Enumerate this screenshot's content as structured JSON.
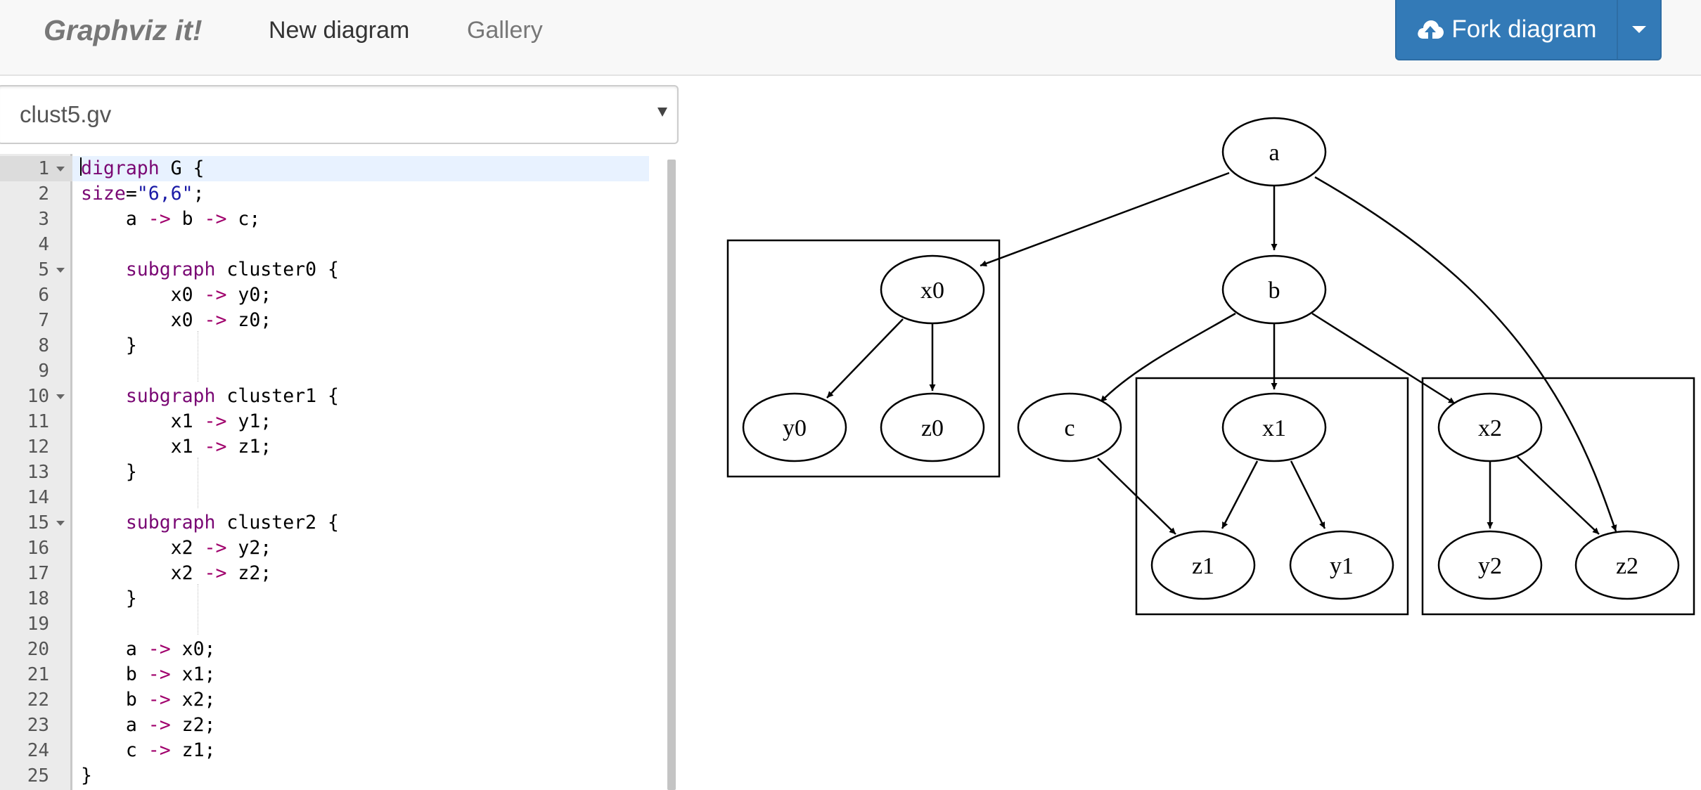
{
  "navbar": {
    "brand": "Graphviz it!",
    "new_diagram": "New diagram",
    "gallery": "Gallery",
    "fork_label": "Fork diagram",
    "fork_icon": "cloud-upload-icon"
  },
  "file_select": {
    "value": "clust5.gv"
  },
  "editor": {
    "active_line": 1,
    "lines": [
      {
        "n": "1",
        "text": "digraph G {"
      },
      {
        "n": "2",
        "text": "size=\"6,6\";"
      },
      {
        "n": "3",
        "text": "    a -> b -> c;"
      },
      {
        "n": "4",
        "text": ""
      },
      {
        "n": "5",
        "text": "    subgraph cluster0 {"
      },
      {
        "n": "6",
        "text": "        x0 -> y0;"
      },
      {
        "n": "7",
        "text": "        x0 -> z0;"
      },
      {
        "n": "8",
        "text": "    }"
      },
      {
        "n": "9",
        "text": ""
      },
      {
        "n": "10",
        "text": "    subgraph cluster1 {"
      },
      {
        "n": "11",
        "text": "        x1 -> y1;"
      },
      {
        "n": "12",
        "text": "        x1 -> z1;"
      },
      {
        "n": "13",
        "text": "    }"
      },
      {
        "n": "14",
        "text": ""
      },
      {
        "n": "15",
        "text": "    subgraph cluster2 {"
      },
      {
        "n": "16",
        "text": "        x2 -> y2;"
      },
      {
        "n": "17",
        "text": "        x2 -> z2;"
      },
      {
        "n": "18",
        "text": "    }"
      },
      {
        "n": "19",
        "text": ""
      },
      {
        "n": "20",
        "text": "    a -> x0;"
      },
      {
        "n": "21",
        "text": "    b -> x1;"
      },
      {
        "n": "22",
        "text": "    b -> x2;"
      },
      {
        "n": "23",
        "text": "    a -> z2;"
      },
      {
        "n": "24",
        "text": "    c -> z1;"
      },
      {
        "n": "25",
        "text": "}"
      }
    ]
  },
  "diagram": {
    "nodes": {
      "a": "a",
      "b": "b",
      "c": "c",
      "x0": "x0",
      "y0": "y0",
      "z0": "z0",
      "x1": "x1",
      "y1": "y1",
      "z1": "z1",
      "x2": "x2",
      "y2": "y2",
      "z2": "z2"
    }
  },
  "colors": {
    "navbar_bg": "#f8f8f8",
    "primary_button": "#337ab7",
    "keyword": "#7a0874",
    "operator": "#a0006c",
    "string": "#1a1aa6",
    "active_line": "#e8f2ff"
  }
}
